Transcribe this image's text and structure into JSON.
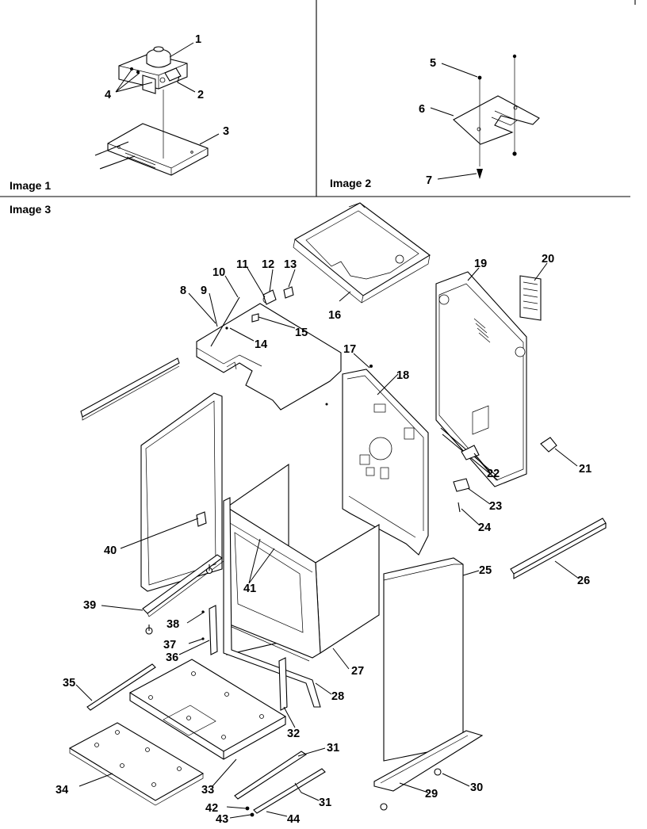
{
  "panels": [
    {
      "caption": "Image 1"
    },
    {
      "caption": "Image 2"
    },
    {
      "caption": "Image 3"
    }
  ],
  "labels": [
    {
      "id": "1",
      "text": "1"
    },
    {
      "id": "2",
      "text": "2"
    },
    {
      "id": "3",
      "text": "3"
    },
    {
      "id": "4",
      "text": "4"
    },
    {
      "id": "5",
      "text": "5"
    },
    {
      "id": "6",
      "text": "6"
    },
    {
      "id": "7",
      "text": "7"
    },
    {
      "id": "8",
      "text": "8"
    },
    {
      "id": "9",
      "text": "9"
    },
    {
      "id": "10",
      "text": "10"
    },
    {
      "id": "11",
      "text": "11"
    },
    {
      "id": "12",
      "text": "12"
    },
    {
      "id": "13",
      "text": "13"
    },
    {
      "id": "14",
      "text": "14"
    },
    {
      "id": "15",
      "text": "15"
    },
    {
      "id": "16",
      "text": "16"
    },
    {
      "id": "17",
      "text": "17"
    },
    {
      "id": "18",
      "text": "18"
    },
    {
      "id": "19",
      "text": "19"
    },
    {
      "id": "20",
      "text": "20"
    },
    {
      "id": "21",
      "text": "21"
    },
    {
      "id": "22",
      "text": "22"
    },
    {
      "id": "23",
      "text": "23"
    },
    {
      "id": "24",
      "text": "24"
    },
    {
      "id": "25",
      "text": "25"
    },
    {
      "id": "26",
      "text": "26"
    },
    {
      "id": "27",
      "text": "27"
    },
    {
      "id": "28",
      "text": "28"
    },
    {
      "id": "29",
      "text": "29"
    },
    {
      "id": "30",
      "text": "30"
    },
    {
      "id": "31a",
      "text": "31"
    },
    {
      "id": "31b",
      "text": "31"
    },
    {
      "id": "32",
      "text": "32"
    },
    {
      "id": "33",
      "text": "33"
    },
    {
      "id": "34",
      "text": "34"
    },
    {
      "id": "35",
      "text": "35"
    },
    {
      "id": "36",
      "text": "36"
    },
    {
      "id": "37",
      "text": "37"
    },
    {
      "id": "38",
      "text": "38"
    },
    {
      "id": "39",
      "text": "39"
    },
    {
      "id": "40",
      "text": "40"
    },
    {
      "id": "41",
      "text": "41"
    },
    {
      "id": "42",
      "text": "42"
    },
    {
      "id": "43",
      "text": "43"
    },
    {
      "id": "44",
      "text": "44"
    }
  ]
}
